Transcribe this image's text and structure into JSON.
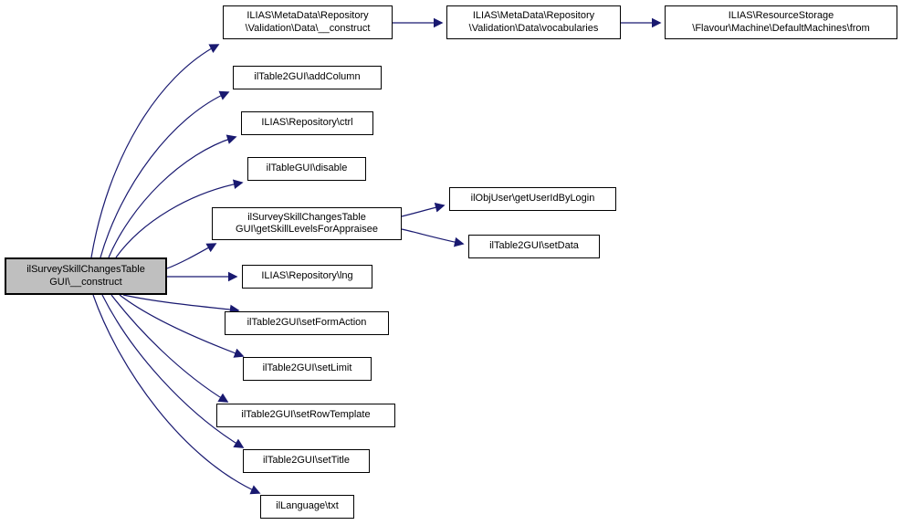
{
  "diagram": {
    "type": "call-graph",
    "colors": {
      "background": "#ffffff",
      "edge": "#191970",
      "node_border": "#000000",
      "node_fill": "#ffffff",
      "root_node_fill": "#bfbfbf",
      "text": "#000000"
    },
    "nodes": [
      {
        "id": "root",
        "label": "ilSurveySkillChangesTable\nGUI\\__construct"
      },
      {
        "id": "md_construct",
        "label": "ILIAS\\MetaData\\Repository\n\\Validation\\Data\\__construct"
      },
      {
        "id": "md_vocabularies",
        "label": "ILIAS\\MetaData\\Repository\n\\Validation\\Data\\vocabularies"
      },
      {
        "id": "rs_from",
        "label": "ILIAS\\ResourceStorage\n\\Flavour\\Machine\\DefaultMachines\\from"
      },
      {
        "id": "addColumn",
        "label": "ilTable2GUI\\addColumn"
      },
      {
        "id": "ctrl",
        "label": "ILIAS\\Repository\\ctrl"
      },
      {
        "id": "disable",
        "label": "ilTableGUI\\disable"
      },
      {
        "id": "getSkillLevels",
        "label": "ilSurveySkillChangesTable\nGUI\\getSkillLevelsForAppraisee"
      },
      {
        "id": "getUserIdByLogin",
        "label": "ilObjUser\\getUserIdByLogin"
      },
      {
        "id": "setData",
        "label": "ilTable2GUI\\setData"
      },
      {
        "id": "lng",
        "label": "ILIAS\\Repository\\lng"
      },
      {
        "id": "setFormAction",
        "label": "ilTable2GUI\\setFormAction"
      },
      {
        "id": "setLimit",
        "label": "ilTable2GUI\\setLimit"
      },
      {
        "id": "setRowTemplate",
        "label": "ilTable2GUI\\setRowTemplate"
      },
      {
        "id": "setTitle",
        "label": "ilTable2GUI\\setTitle"
      },
      {
        "id": "txt",
        "label": "ilLanguage\\txt"
      }
    ],
    "edges": [
      {
        "from": "root",
        "to": "md_construct"
      },
      {
        "from": "root",
        "to": "addColumn"
      },
      {
        "from": "root",
        "to": "ctrl"
      },
      {
        "from": "root",
        "to": "disable"
      },
      {
        "from": "root",
        "to": "getSkillLevels"
      },
      {
        "from": "root",
        "to": "lng"
      },
      {
        "from": "root",
        "to": "setFormAction"
      },
      {
        "from": "root",
        "to": "setLimit"
      },
      {
        "from": "root",
        "to": "setRowTemplate"
      },
      {
        "from": "root",
        "to": "setTitle"
      },
      {
        "from": "root",
        "to": "txt"
      },
      {
        "from": "md_construct",
        "to": "md_vocabularies"
      },
      {
        "from": "md_vocabularies",
        "to": "rs_from"
      },
      {
        "from": "getSkillLevels",
        "to": "getUserIdByLogin"
      },
      {
        "from": "getSkillLevels",
        "to": "setData"
      }
    ]
  }
}
